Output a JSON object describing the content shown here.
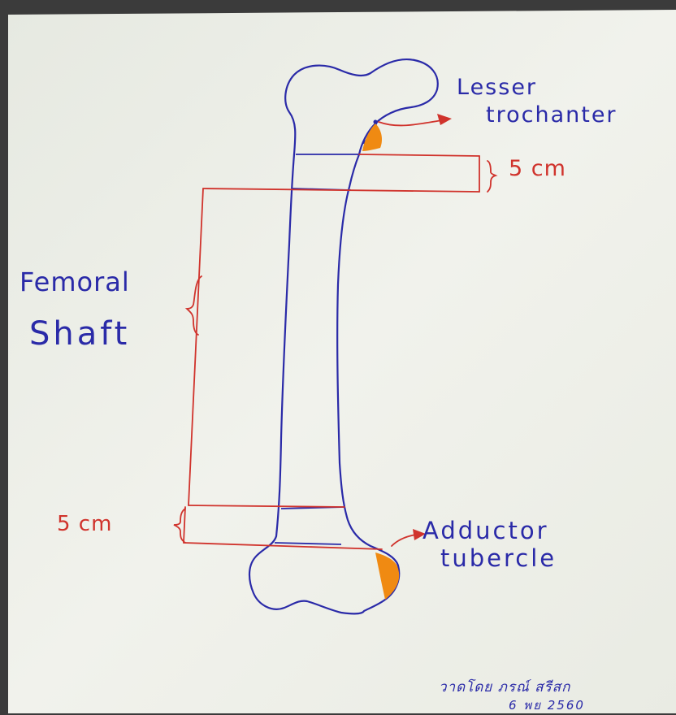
{
  "colors": {
    "ink_blue": "#2a2aa8",
    "ink_red": "#d0332c",
    "highlight_orange": "#f08a12",
    "paper": "#eef0e8"
  },
  "labels": {
    "lesser_trochanter_line1": "Lesser",
    "lesser_trochanter_line2": "trochanter",
    "upper_measure": "5 cm",
    "femoral_shaft_line1": "Femoral",
    "femoral_shaft_line2": "Shaft",
    "lower_measure": "5 cm",
    "adductor_tubercle_line1": "Adductor",
    "adductor_tubercle_line2": "tubercle"
  },
  "signature": {
    "line1": "วาดโดย ภรณ์ สรีสก",
    "line2": "6 พย 2560"
  }
}
